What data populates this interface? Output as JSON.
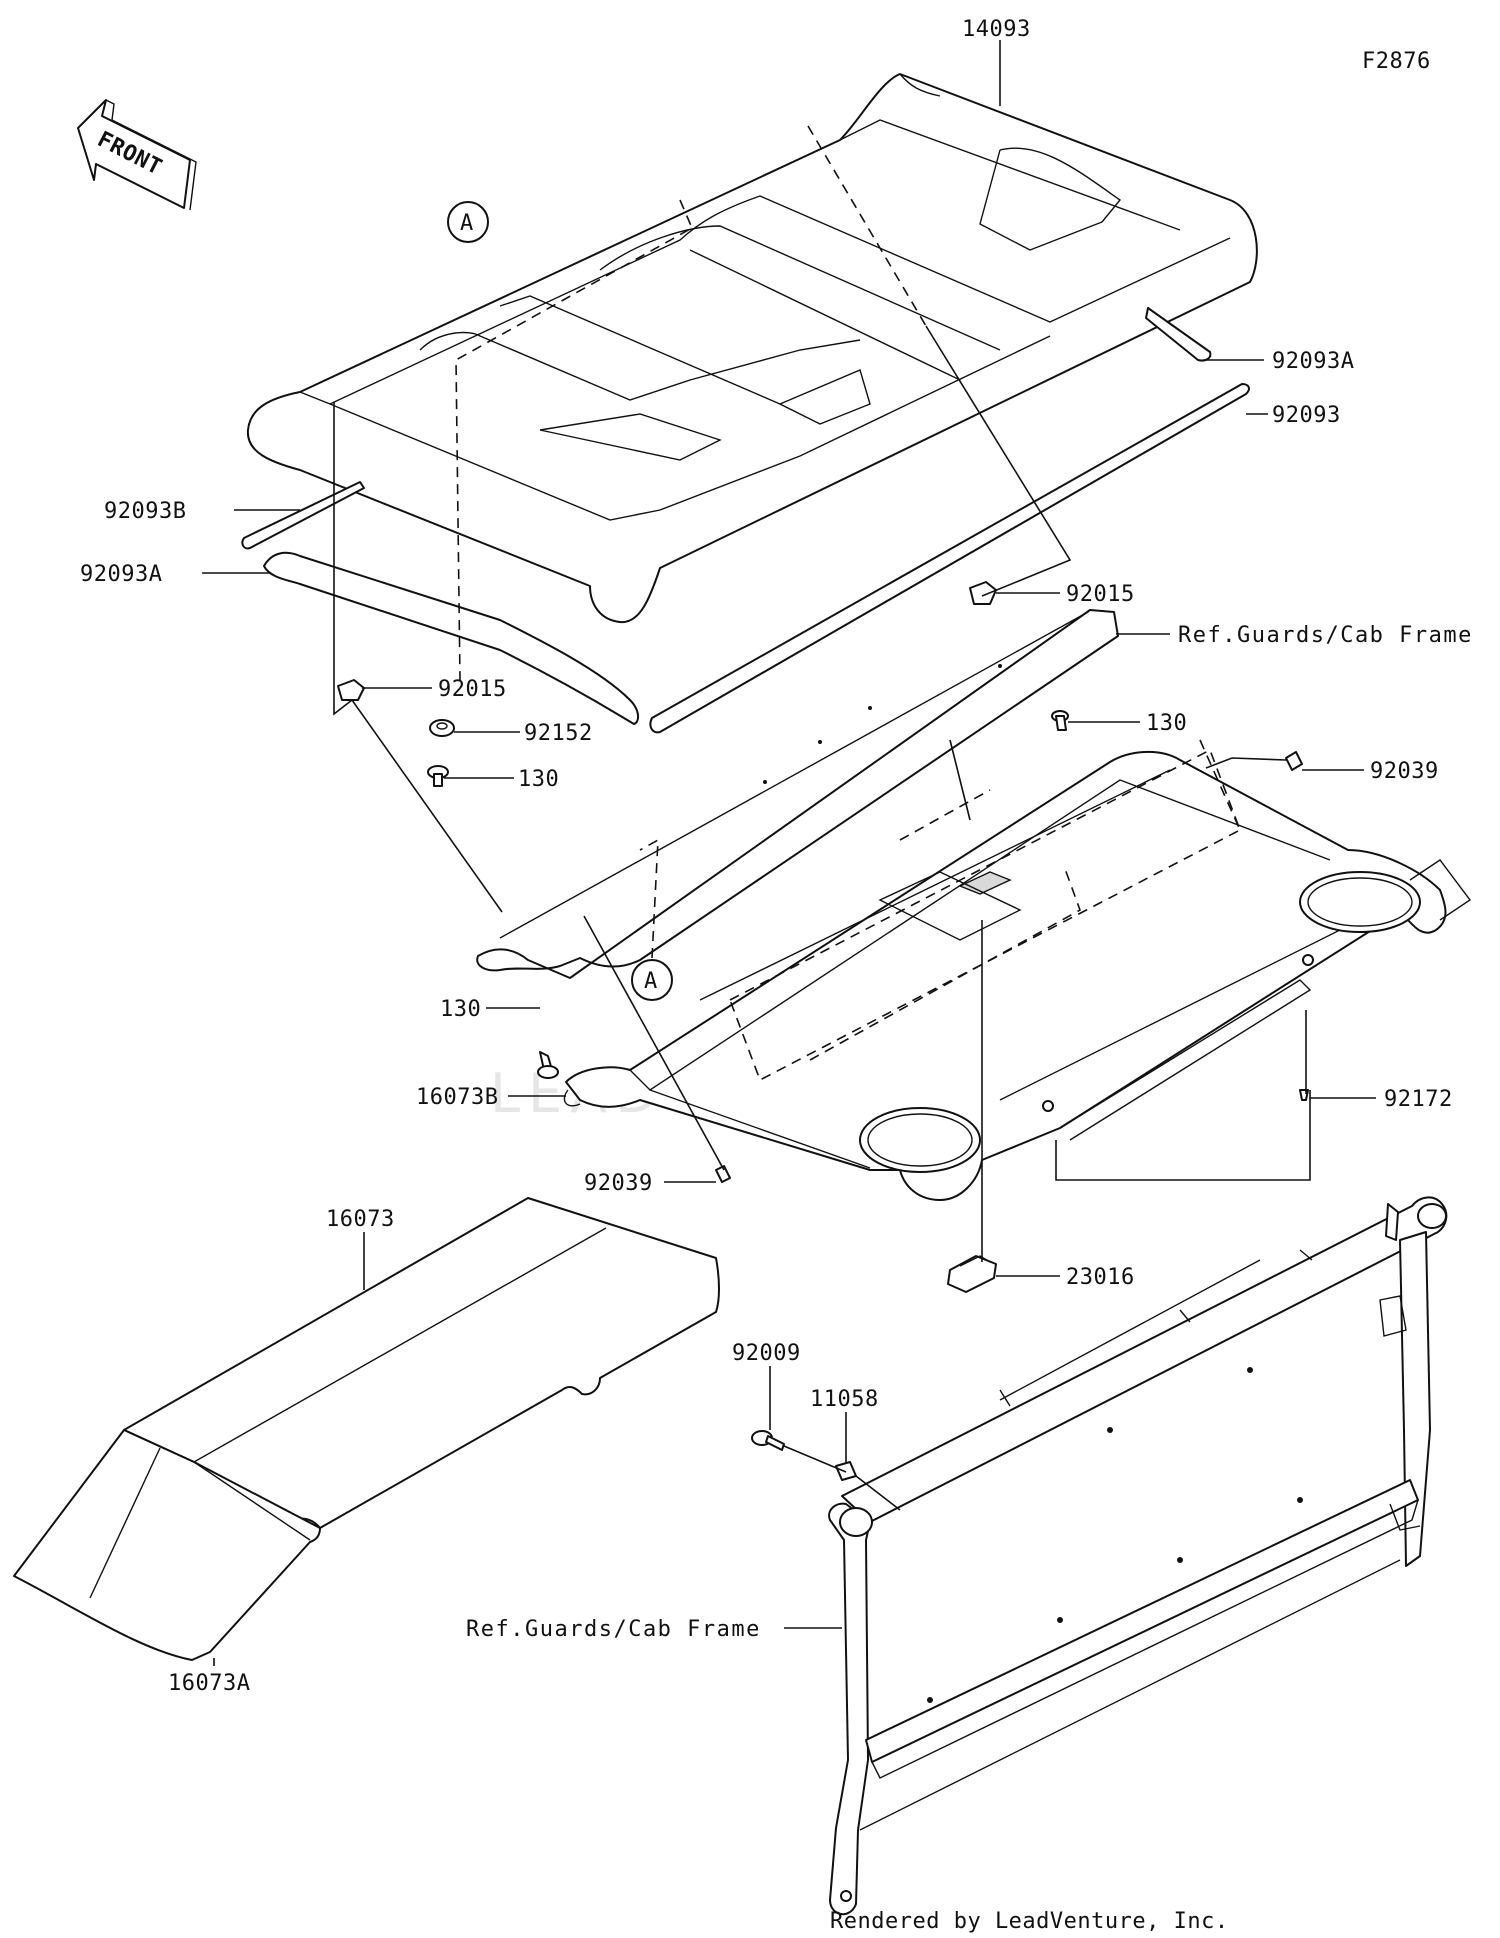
{
  "figure_code": "F2876",
  "front_label": "FRONT",
  "circle_marker": "A",
  "watermark": "LEADVENTURE",
  "footer": "Rendered by LeadVenture, Inc.",
  "callouts": {
    "roof": "14093",
    "trim_right_short": "92093A",
    "trim_right_long": "92093",
    "trim_left_short": "92093B",
    "trim_left_long": "92093A",
    "clip_right": "92015",
    "clip_left": "92015",
    "ref_guards_top": "Ref.Guards/Cab Frame",
    "nut": "92152",
    "bolt_left_upper": "130",
    "bolt_right": "130",
    "bolt_left_lower": "130",
    "rivet_right": "92039",
    "rivet_left": "92039",
    "headliner_edge": "16073B",
    "grommet": "92172",
    "lamp": "23016",
    "liner_panel": "16073",
    "liner_panel_front": "16073A",
    "screw": "92009",
    "bracket": "11058",
    "ref_guards_bottom": "Ref.Guards/Cab Frame"
  }
}
